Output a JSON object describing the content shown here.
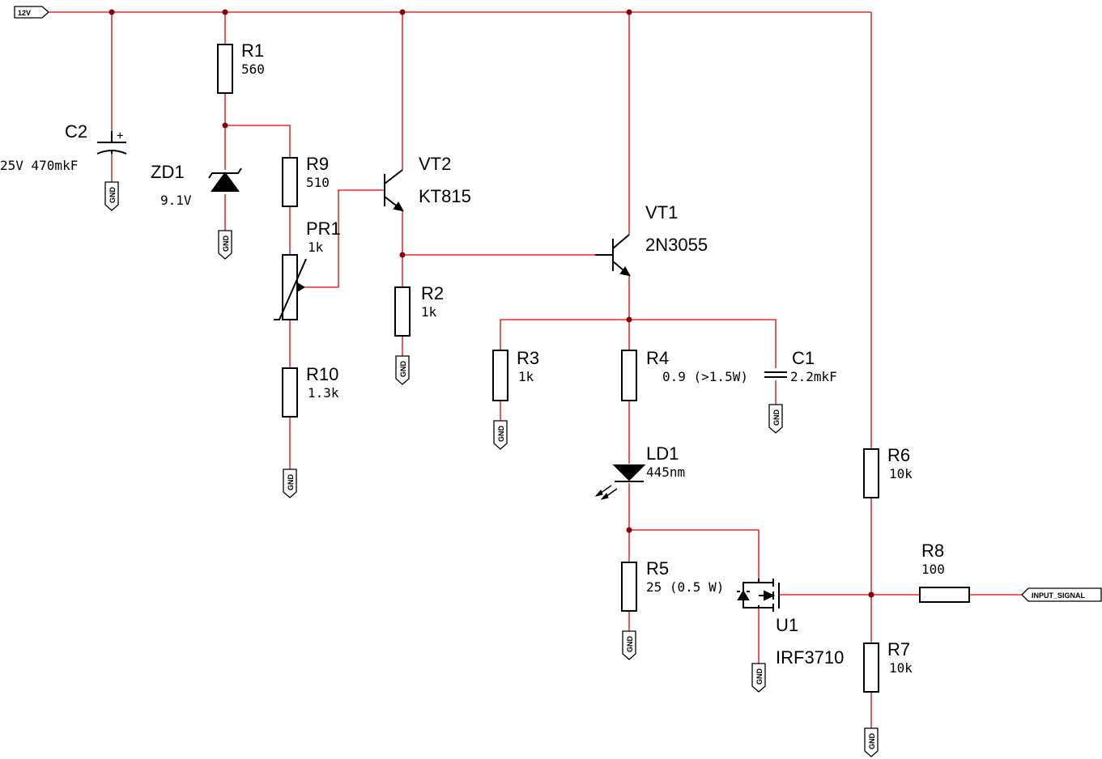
{
  "nets": {
    "supply": "12V",
    "ground": "GND",
    "input": "INPUT_SIGNAL"
  },
  "components": {
    "C2": {
      "ref": "C2",
      "value": "25V 470mkF",
      "polarity": "+"
    },
    "R1": {
      "ref": "R1",
      "value": "560"
    },
    "ZD1": {
      "ref": "ZD1",
      "value": "9.1V"
    },
    "R9": {
      "ref": "R9",
      "value": "510"
    },
    "PR1": {
      "ref": "PR1",
      "value": "1k"
    },
    "R10": {
      "ref": "R10",
      "value": "1.3k"
    },
    "VT2": {
      "ref": "VT2",
      "value": "KT815"
    },
    "R2": {
      "ref": "R2",
      "value": "1k"
    },
    "VT1": {
      "ref": "VT1",
      "value": "2N3055"
    },
    "R3": {
      "ref": "R3",
      "value": "1k"
    },
    "R4": {
      "ref": "R4",
      "value": "0.9 (>1.5W)"
    },
    "C1": {
      "ref": "C1",
      "value": "2.2mkF"
    },
    "LD1": {
      "ref": "LD1",
      "value": "445nm"
    },
    "R5": {
      "ref": "R5",
      "value": "25 (0.5 W)"
    },
    "U1": {
      "ref": "U1",
      "value": "IRF3710"
    },
    "R6": {
      "ref": "R6",
      "value": "10k"
    },
    "R7": {
      "ref": "R7",
      "value": "10k"
    },
    "R8": {
      "ref": "R8",
      "value": "100"
    }
  },
  "colors": {
    "wire": "#e00000",
    "node": "#8b0000",
    "symbol": "#000000"
  }
}
